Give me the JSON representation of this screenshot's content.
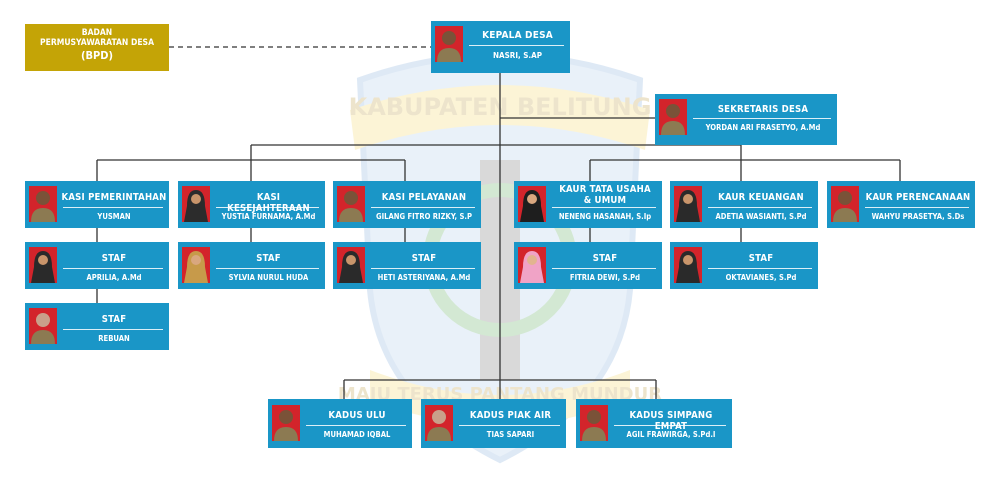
{
  "bpd": {
    "line1": "BADAN",
    "line2": "PERMUSYAWARATAN DESA",
    "line3": "(BPD)"
  },
  "watermark": {
    "top": "KABUPATEN BELITUNG",
    "bottom": "MAJU TERUS PANTANG MUNDUR"
  },
  "colors": {
    "card": "#1a96c7",
    "bpd": "#c4a406",
    "photo_bg": "#d3242b",
    "line": "#333333"
  },
  "kepala": {
    "title": "KEPALA DESA",
    "name": "NASRI, S.AP"
  },
  "sekretaris": {
    "title": "SEKRETARIS DESA",
    "name": "YORDAN ARI FRASETYO, A.Md"
  },
  "kasi_pemerintahan": {
    "title": "KASI PEMERINTAHAN",
    "name": "YUSMAN"
  },
  "kasi_kesejahteraan": {
    "title": "KASI KESEJAHTERAAN",
    "name": "YUSTIA FURNAMA, A.Md"
  },
  "kasi_pelayanan": {
    "title": "KASI PELAYANAN",
    "name": "GILANG FITRO RIZKY, S.P"
  },
  "kaur_tu": {
    "title_line1": "KAUR TATA USAHA",
    "title_line2": "& UMUM",
    "name": "NENENG HASANAH, S.Ip"
  },
  "kaur_keuangan": {
    "title": "KAUR KEUANGAN",
    "name": "ADETIA WASIANTI, S.Pd"
  },
  "kaur_perencanaan": {
    "title": "KAUR PERENCANAAN",
    "name": "WAHYU PRASETYA, S.Ds"
  },
  "staf_aprilia": {
    "title": "STAF",
    "name": "APRILIA, A.Md"
  },
  "staf_rebuan": {
    "title": "STAF",
    "name": "REBUAN"
  },
  "staf_sylvia": {
    "title": "STAF",
    "name": "SYLVIA NURUL HUDA"
  },
  "staf_heti": {
    "title": "STAF",
    "name": "HETI ASTERIYANA, A.Md"
  },
  "staf_fitria": {
    "title": "STAF",
    "name": "FITRIA DEWI, S.Pd"
  },
  "staf_oktavianes": {
    "title": "STAF",
    "name": "OKTAVIANES, S.Pd"
  },
  "kadus_ulu": {
    "title": "KADUS ULU",
    "name": "MUHAMAD IQBAL"
  },
  "kadus_piak": {
    "title": "KADUS PIAK AIR",
    "name": "TIAS SAPARI"
  },
  "kadus_simpang": {
    "title": "KADUS SIMPANG EMPAT",
    "name": "AGIL FRAWIRGA, S.Pd.I"
  }
}
